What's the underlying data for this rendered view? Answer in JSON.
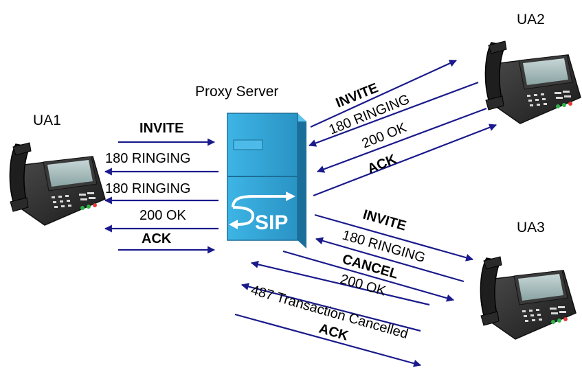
{
  "labels": {
    "ua1": "UA1",
    "ua2": "UA2",
    "ua3": "UA3",
    "proxy": "Proxy Server",
    "sip_logo": "SIP"
  },
  "colors": {
    "arrow": "#1a1a8c",
    "server_front": "#2fa4d6",
    "server_dark": "#1a6f9a",
    "phone_body": "#2b2b2b",
    "phone_screen": "#9fb5b5"
  },
  "icons": {
    "phone": "ip-desk-phone-icon",
    "server": "sip-proxy-server-icon"
  },
  "messages": {
    "ua1": [
      {
        "text": "INVITE",
        "bold": true,
        "direction": "to-proxy"
      },
      {
        "text": "180 RINGING",
        "bold": false,
        "direction": "to-ua1"
      },
      {
        "text": "180 RINGING",
        "bold": false,
        "direction": "to-ua1"
      },
      {
        "text": "200 OK",
        "bold": false,
        "direction": "to-ua1"
      },
      {
        "text": "ACK",
        "bold": true,
        "direction": "to-proxy"
      }
    ],
    "ua2": [
      {
        "text": "INVITE",
        "bold": true,
        "direction": "to-ua2"
      },
      {
        "text": "180 RINGING",
        "bold": false,
        "direction": "to-proxy"
      },
      {
        "text": "200 OK",
        "bold": false,
        "direction": "to-proxy"
      },
      {
        "text": "ACK",
        "bold": true,
        "direction": "to-ua2"
      }
    ],
    "ua3": [
      {
        "text": "INVITE",
        "bold": true,
        "direction": "to-ua3"
      },
      {
        "text": "180 RINGING",
        "bold": false,
        "direction": "to-proxy"
      },
      {
        "text": "CANCEL",
        "bold": true,
        "direction": "to-ua3"
      },
      {
        "text": "200 OK",
        "bold": false,
        "direction": "to-proxy"
      },
      {
        "text": "487 Transaction Cancelled",
        "bold": false,
        "direction": "to-proxy"
      },
      {
        "text": "ACK",
        "bold": true,
        "direction": "to-ua3"
      }
    ]
  }
}
